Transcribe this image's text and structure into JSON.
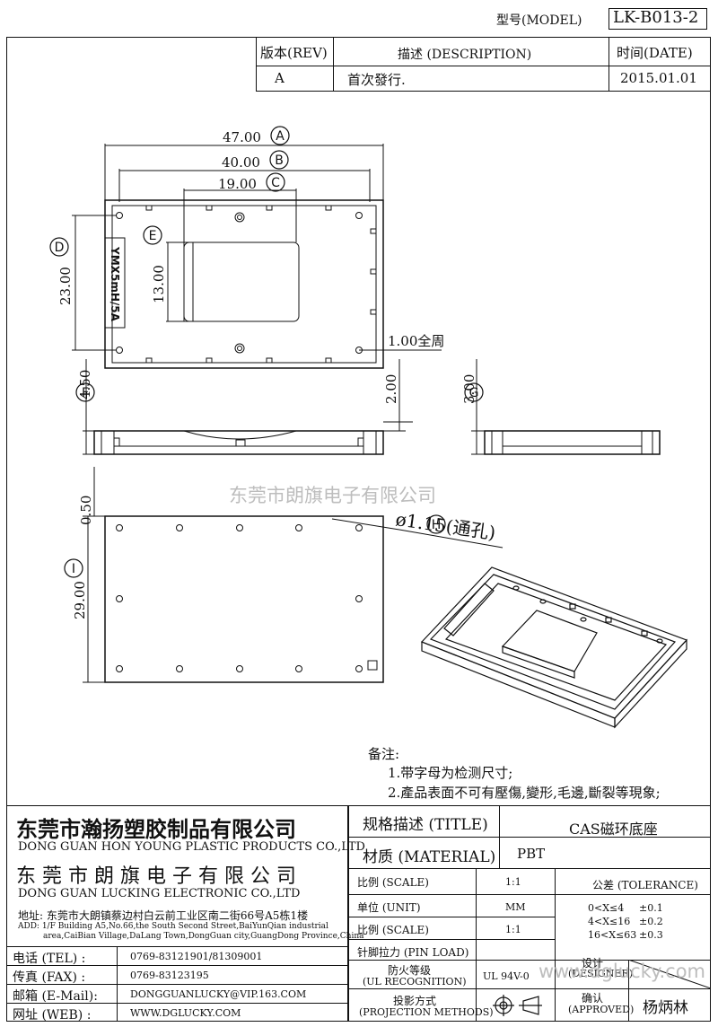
{
  "header": {
    "model_label": "型号(MODEL)",
    "model_value": "LK-B013-2"
  },
  "revision": {
    "rev_header": "版本(REV)",
    "desc_header": "描述 (DESCRIPTION)",
    "date_header": "时间(DATE)",
    "rows": [
      {
        "rev": "A",
        "desc": "首次發行.",
        "date": "2015.01.01"
      }
    ]
  },
  "drawing": {
    "dims": {
      "d47": "47.00",
      "d40": "40.00",
      "d19": "19.00",
      "d23": "23.00",
      "d13": "13.00",
      "d1_full": "1.00全周",
      "d4_50": "4.50",
      "d2_00a": "2.00",
      "d3_00": "3.00",
      "d0_50": "0.50",
      "d29": "29.00",
      "hole": "ø1.15(通孔)"
    },
    "markers": {
      "A": "A",
      "B": "B",
      "C": "C",
      "D": "D",
      "E": "E",
      "F": "F",
      "G": "G",
      "H": "H",
      "I": "I"
    },
    "part_marking_line1": "YMX",
    "part_marking_line2": "5mH/5A",
    "watermark_company": "东莞市朗旗电子有限公司",
    "watermark_site": "www.dglucky.com"
  },
  "notes": {
    "title": "备注:",
    "items": [
      "1.带字母为检测尺寸;",
      "2.產品表面不可有壓傷,變形,毛邊,斷裂等現象;"
    ]
  },
  "titleblock": {
    "company1_cn": "东莞市瀚扬塑胶制品有限公司",
    "company1_en": "DONG GUAN HON YOUNG PLASTIC PRODUCTS CO.,LTD",
    "company2_cn": "东 莞 市 朗 旗 电 子 有 限 公 司",
    "company2_en": "DONG GUAN LUCKING ELECTRONIC CO.,LTD",
    "address_cn": "地址: 东莞市大朗镇蔡边村白云前工业区南二街66号A5栋1楼",
    "address_en1": "ADD: 1/F Building A5,No.66,the South Second Street,BaiYunQian industrial",
    "address_en2": "area,CaiBian Village,DaLang Town,DongGuan city,GuangDong Province,China",
    "contacts": [
      {
        "label": "电话 (TEL) :",
        "value": "0769-83121901/81309001"
      },
      {
        "label": "传真 (FAX) :",
        "value": "0769-83123195"
      },
      {
        "label": "邮箱 (E-Mail):",
        "value": "DONGGUANLUCKY@VIP.163.COM"
      },
      {
        "label": "网址 (WEB) :",
        "value": "WWW.DGLUCKY.COM"
      }
    ],
    "title_label": "规格描述 (TITLE)",
    "title_value": "CAS磁环底座",
    "material_label": "材质 (MATERIAL)",
    "material_value": "PBT",
    "scale_label": "比例 (SCALE)",
    "scale_value": "1:1",
    "unit_label": "单位 (UNIT)",
    "unit_value": "MM",
    "scale2_label": "比例 (SCALE)",
    "scale2_value": "1:1",
    "pin_label": "针脚拉力 (PIN LOAD)",
    "pin_value": "",
    "ul_label1": "防火等级",
    "ul_label2": "(UL RECOGNITION)",
    "ul_value": "UL 94V-0",
    "proj_label1": "投影方式",
    "proj_label2": "(PROJECTION METHODS)",
    "tolerance_label": "公差 (TOLERANCE)",
    "tolerance_rows": [
      {
        "range": "0<X≤4",
        "value": "±0.1"
      },
      {
        "range": "4<X≤16",
        "value": "±0.2"
      },
      {
        "range": "16<X≤63",
        "value": "±0.3"
      }
    ],
    "designer_label1": "设计",
    "designer_label2": "(DESIGNER)",
    "designer_value": "",
    "approved_label1": "确认",
    "approved_label2": "(APPROVED)",
    "approved_value": "杨炳林"
  }
}
